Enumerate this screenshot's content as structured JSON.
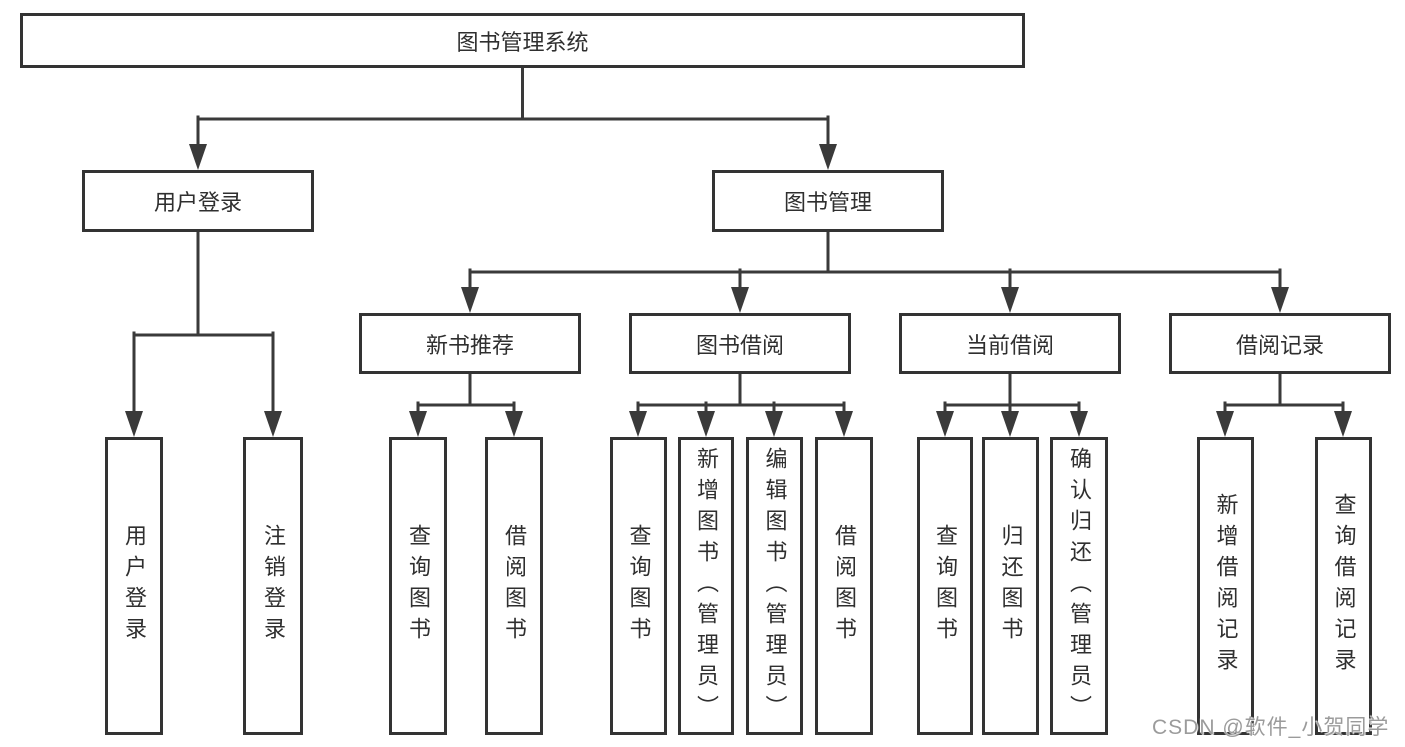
{
  "nodes": {
    "root": "图书管理系统",
    "user_login": "用户登录",
    "book_mgmt": "图书管理",
    "new_book_rec": "新书推荐",
    "book_borrow": "图书借阅",
    "current_borrow": "当前借阅",
    "borrow_records": "借阅记录",
    "user_login_children": [
      "用户登录",
      "注销登录"
    ],
    "new_book_rec_children": [
      "查询图书",
      "借阅图书"
    ],
    "book_borrow_children": [
      "查询图书",
      "新增图书（管理员）",
      "编辑图书（管理员）",
      "借阅图书"
    ],
    "current_borrow_children": [
      "查询图书",
      "归还图书",
      "确认归还（管理员）"
    ],
    "borrow_records_children": [
      "新增借阅记录",
      "查询借阅记录"
    ]
  },
  "watermark": "CSDN @软件_小贺同学",
  "colors": {
    "line": "#3a3a3a",
    "box_border": "#333333",
    "text": "#2f2f2f",
    "background": "#ffffff",
    "watermark": "#9b9b9b"
  }
}
